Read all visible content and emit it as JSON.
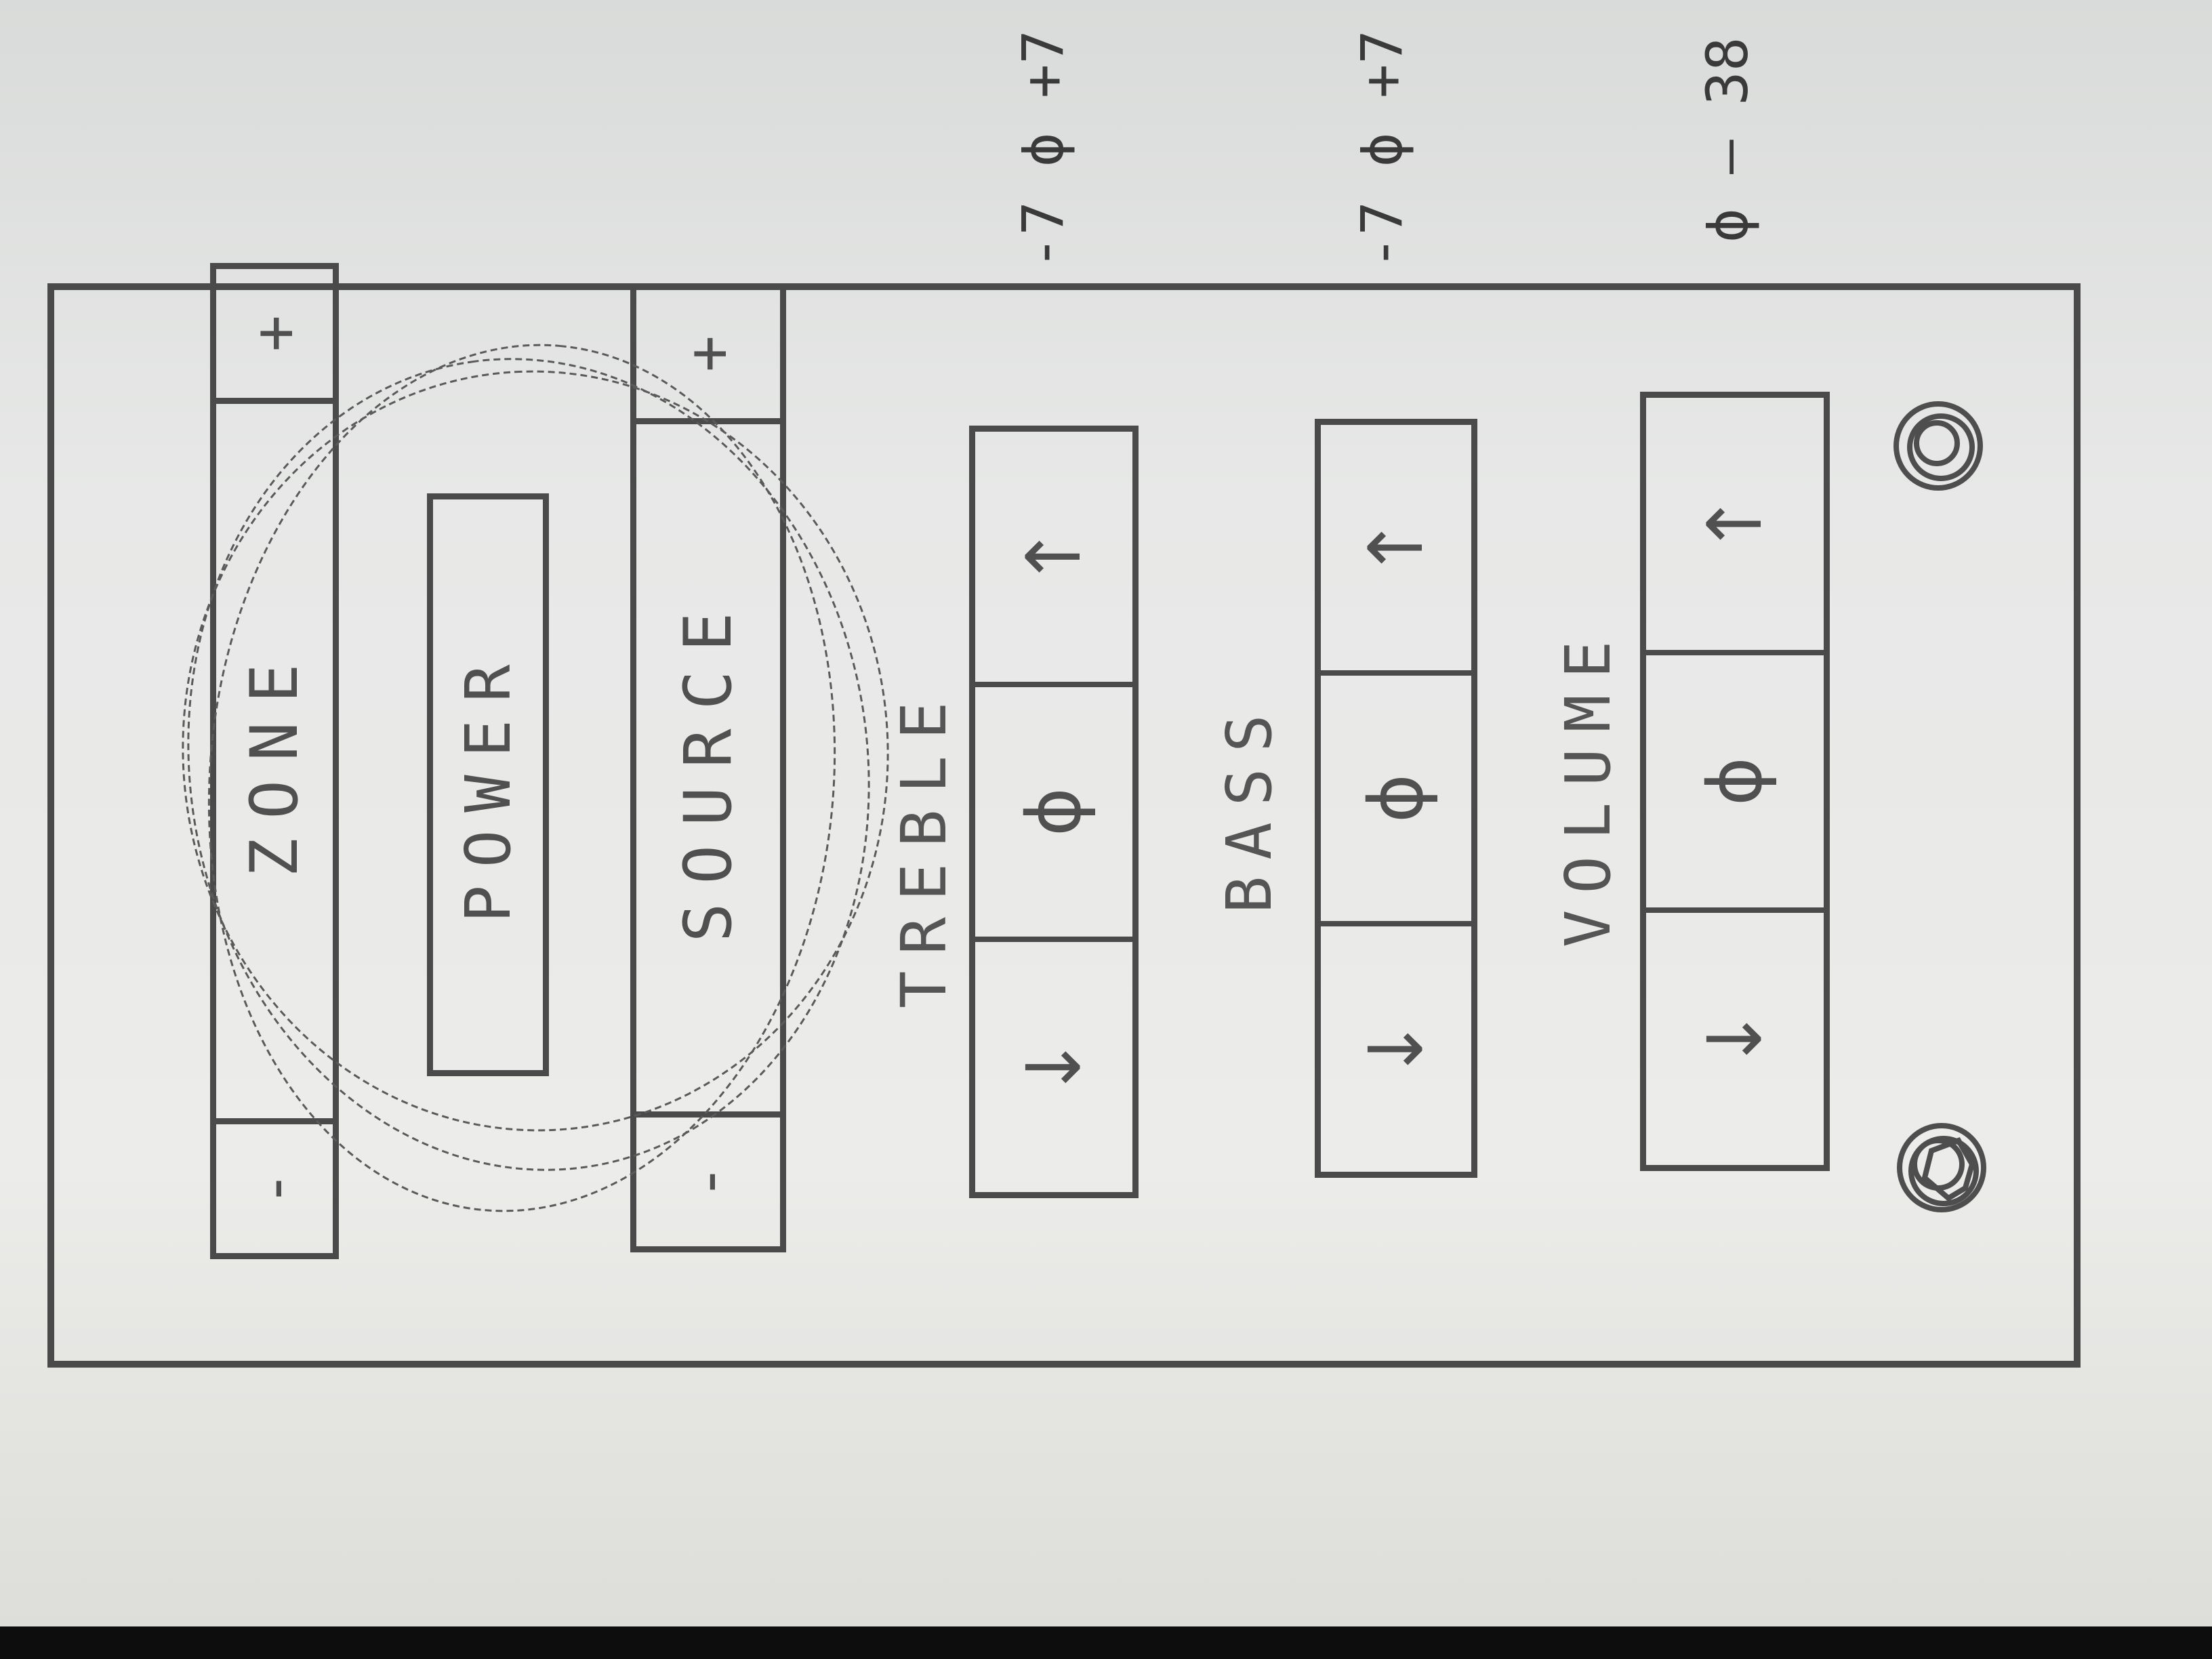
{
  "zone": {
    "label": "ZONE",
    "minus": "-",
    "plus": "+"
  },
  "power": {
    "label": "POWER"
  },
  "source": {
    "label": "SOURCE",
    "minus": "-",
    "plus": "+"
  },
  "treble": {
    "label": "TREBLE",
    "down": "↓",
    "value": "ϕ",
    "up": "↑",
    "range": "-7 ϕ +7"
  },
  "bass": {
    "label": "BASS",
    "down": "↓",
    "value": "ϕ",
    "up": "↑",
    "range": "-7 ϕ +7"
  },
  "volume": {
    "label": "VOLUME",
    "down": "↓",
    "value": "ϕ",
    "up": "↑",
    "range": "ϕ – 38"
  },
  "icons": {
    "left_button": "scribble-circle-icon",
    "right_button": "scribble-circle-icon"
  }
}
